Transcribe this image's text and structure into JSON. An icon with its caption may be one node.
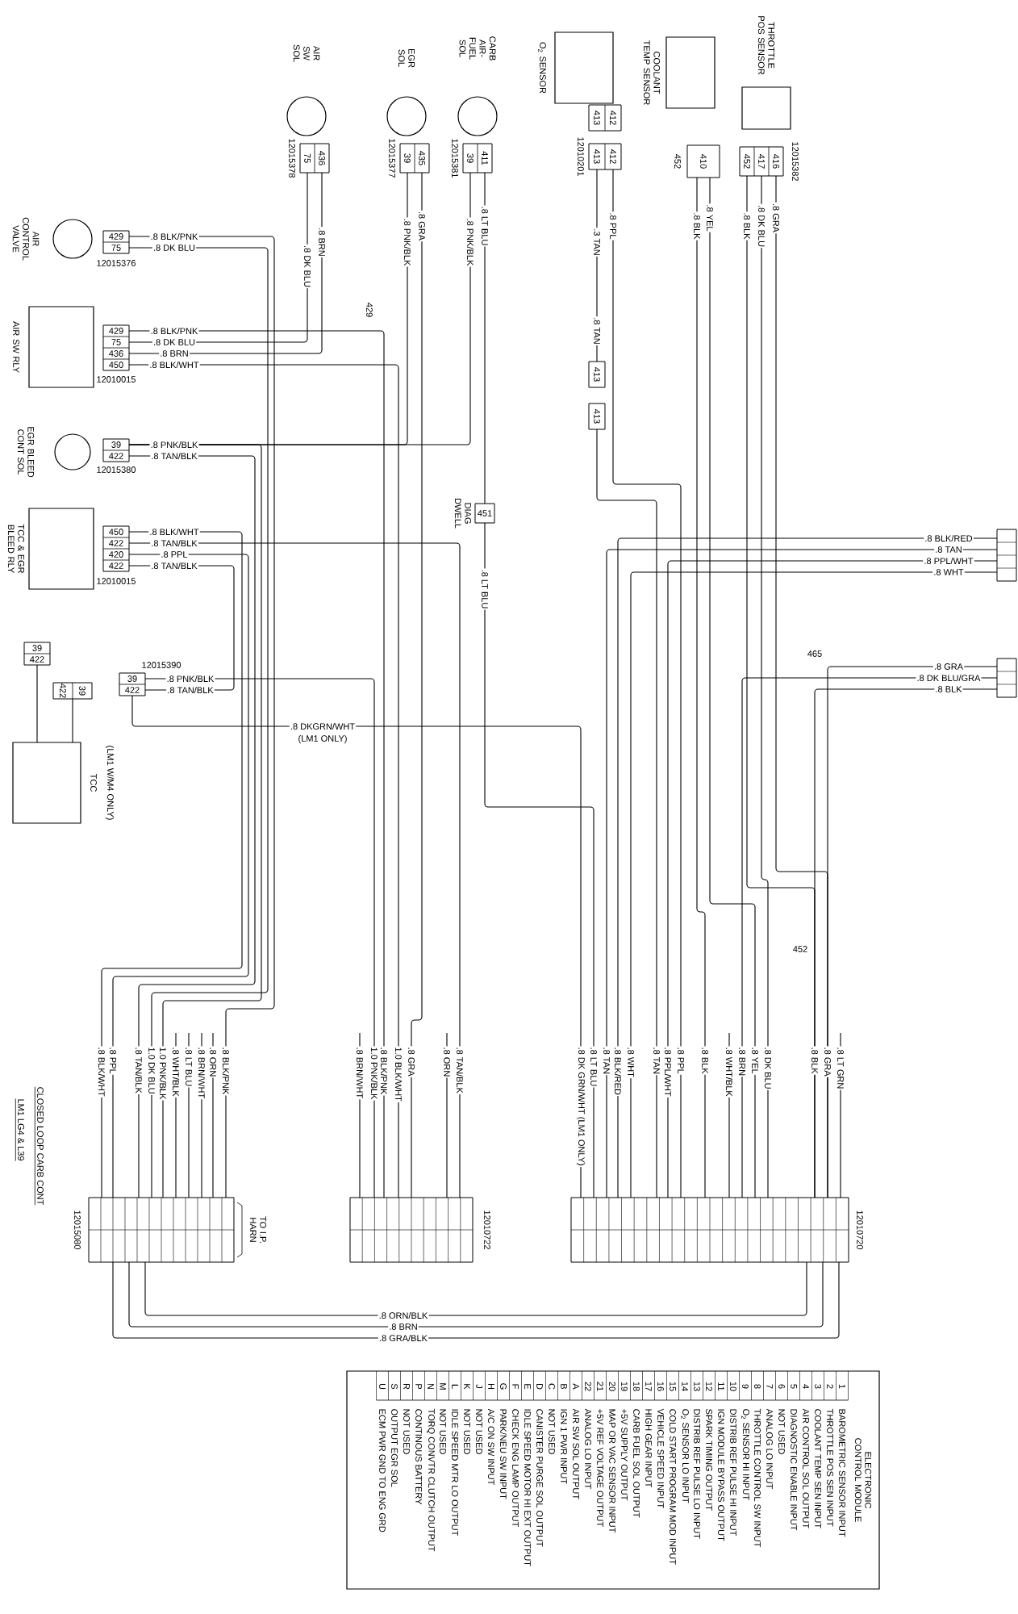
{
  "diagram": {
    "title": "CLOSED LOOP CARB CONT",
    "nodes": [
      {
        "text": [
          "AIR SW SOL"
        ]
      },
      {
        "text": [
          "75",
          "436"
        ],
        "beside": [
          "12015378"
        ]
      },
      {
        "text": [
          "EGR SOL"
        ]
      },
      {
        "text": [
          "39",
          "435"
        ],
        "beside": [
          "12015377"
        ]
      },
      {
        "text": [
          "CARB AIR-FUEL SOL"
        ]
      },
      {
        "text": [
          "39",
          "411"
        ],
        "beside": [
          "12015381"
        ]
      },
      {
        "text": [
          "O$_{2}$ SENSOR"
        ]
      },
      {
        "text": [
          "413",
          "412"
        ]
      },
      {
        "text": [
          "413",
          "412"
        ],
        "beside": [
          "12010201"
        ]
      },
      {
        "text": [
          "413"
        ]
      },
      {
        "text": [
          "413"
        ]
      },
      {
        "text": [
          "COOLANT TEMP SENSOR"
        ]
      },
      {
        "text": [
          "410"
        ],
        "beside": [
          "452"
        ]
      },
      {
        "text": [
          "THROTTLE POS SENSOR"
        ]
      },
      {
        "text": [
          "452",
          "417",
          "416"
        ],
        "beside": [
          "12015382"
        ]
      },
      {
        "text": [
          "AIR CONTROL VALVE"
        ]
      },
      {
        "text": [
          "429",
          "75"
        ],
        "beside": [
          "12015376"
        ]
      },
      {
        "text": [
          "AIR SW RLY"
        ]
      },
      {
        "text": [
          "429",
          "75",
          "436",
          "450"
        ],
        "beside": [
          "12010015"
        ]
      },
      {
        "text": [
          "EGR BLEED CONT SOL"
        ]
      },
      {
        "text": [
          "39",
          "422"
        ],
        "beside": [
          "12015380"
        ]
      },
      {
        "text": [
          "TCC & EGR BLEED RLY"
        ]
      },
      {
        "text": [
          "450",
          "422",
          "420",
          "422"
        ],
        "beside": [
          "12010015"
        ]
      },
      {
        "text": [
          "39",
          "422"
        ]
      },
      {
        "text": [
          "422",
          "39"
        ]
      },
      {
        "text": [
          "39",
          "422"
        ],
        "beside": [
          "12015390"
        ]
      },
      {
        "text": [
          "TCC"
        ],
        "beside": [
          "(LM1 W/M4 ONLY)"
        ]
      },
      {
        "text": [
          "451"
        ],
        "beside": [
          "DIAG DWELL"
        ]
      },
      {
        "text": [],
        "shape": "box"
      },
      {
        "text": [],
        "shape": "box"
      },
      {
        "text": [],
        "shape": "box",
        "beside": [
          "12015080"
        ]
      },
      {
        "text": [],
        "shape": "box",
        "beside": [
          "12010722"
        ]
      },
      {
        "text": [],
        "shape": "box",
        "beside": [
          "12010720"
        ]
      },
      {
        "text": [
          "ELECTRONIC CONTROL MODULE"
        ]
      }
    ],
    "edges": [
      {
        "from": 18,
        "to": 1,
        "arrow": "none",
        "label": ".8 DK BLU"
      },
      {
        "from": 18,
        "to": 1,
        "arrow": "none",
        "label": ".8 BRN"
      },
      {
        "from": 16,
        "to": 30,
        "arrow": "none",
        "label": ".8 BLK/PNK"
      },
      {
        "from": 16,
        "to": 30,
        "arrow": "none",
        "label": ".8 DK BLU"
      },
      {
        "from": 18,
        "to": 31,
        "arrow": "none",
        "label": ".8 BLK/PNK"
      },
      {
        "from": 18,
        "to": 31,
        "arrow": "none",
        "label": ".8 BLK/WHT"
      },
      {
        "from": 3,
        "to": 31,
        "arrow": "none",
        "label": ".8 GRA"
      },
      {
        "from": 3,
        "to": 20,
        "arrow": "none",
        "label": ".8 PNK/BLK"
      },
      {
        "from": 5,
        "to": 27,
        "arrow": "none",
        "label": ".8 LT BLU"
      },
      {
        "from": 5,
        "to": 20,
        "arrow": "none",
        "label": ".8 PNK/BLK"
      },
      {
        "from": 20,
        "to": 30,
        "arrow": "none",
        "label": ".8 PNK/BLK"
      },
      {
        "from": 20,
        "to": 30,
        "arrow": "none",
        "label": ".8 TAN/BLK"
      },
      {
        "from": 22,
        "to": 30,
        "arrow": "none",
        "label": ".8 BLK/WHT"
      },
      {
        "from": 22,
        "to": 31,
        "arrow": "none",
        "label": ".8 TAN/BLK"
      },
      {
        "from": 22,
        "to": 30,
        "arrow": "none",
        "label": ".8 PPL"
      },
      {
        "from": 22,
        "to": 25,
        "arrow": "none",
        "label": ".8 TAN/BLK"
      },
      {
        "from": 25,
        "to": 31,
        "arrow": "none",
        "label": ".8 PNK/BLK"
      },
      {
        "from": 25,
        "to": 32,
        "arrow": "none",
        "label": ".8 DKGRN/WHT"
      },
      {
        "from": 27,
        "to": 32,
        "arrow": "none",
        "label": ".8 LT BLU"
      },
      {
        "from": 8,
        "to": 32,
        "arrow": "none",
        "label": ".8 PPL"
      },
      {
        "from": 8,
        "to": 9,
        "arrow": "none",
        "label": ".3 TAN"
      },
      {
        "from": 10,
        "to": 32,
        "arrow": "none"
      },
      {
        "from": 12,
        "to": 32,
        "arrow": "none",
        "label": ".8 YEL"
      },
      {
        "from": 12,
        "to": 32,
        "arrow": "none",
        "label": ".8 BLK"
      },
      {
        "from": 14,
        "to": 32,
        "arrow": "none",
        "label": ".8 GRA"
      },
      {
        "from": 14,
        "to": 32,
        "arrow": "none",
        "label": ".8 DK BLU"
      },
      {
        "from": 14,
        "to": 32,
        "arrow": "none",
        "label": ".8 BLK"
      },
      {
        "from": 28,
        "to": 32,
        "arrow": "none",
        "label": ".8 BLK/RED"
      },
      {
        "from": 28,
        "to": 32,
        "arrow": "none",
        "label": ".8 TAN"
      },
      {
        "from": 28,
        "to": 32,
        "arrow": "none",
        "label": ".8 PPL/WHT"
      },
      {
        "from": 28,
        "to": 32,
        "arrow": "none",
        "label": ".8 WHT"
      },
      {
        "from": 29,
        "to": 32,
        "arrow": "none",
        "label": ".8 GRA"
      },
      {
        "from": 29,
        "to": 32,
        "arrow": "none",
        "label": ".8 DK BLU/GRA"
      },
      {
        "from": 29,
        "to": 32,
        "arrow": "none",
        "label": ".8 BLK"
      },
      {
        "from": 30,
        "to": 32,
        "arrow": "none",
        "label": ".8 ORN/BLK"
      },
      {
        "from": 30,
        "to": 32,
        "arrow": "none",
        "label": ".8 BRN"
      },
      {
        "from": 30,
        "to": 32,
        "arrow": "none",
        "label": ".8 GRA/BLK"
      },
      {
        "from": 23,
        "to": 26,
        "arrow": "none"
      },
      {
        "from": 24,
        "to": 26,
        "arrow": "none"
      },
      {
        "from": null,
        "to": 30,
        "arrow": "none",
        "label": ".8 WHT/BLK"
      },
      {
        "from": null,
        "to": 30,
        "arrow": "none",
        "label": ".8 LT BLU"
      },
      {
        "from": null,
        "to": 30,
        "arrow": "none",
        "label": ".8 BRN/WHT"
      },
      {
        "from": null,
        "to": 30,
        "arrow": "none",
        "label": ".8 ORN"
      },
      {
        "from": null,
        "to": 31,
        "arrow": "none",
        "label": ".8 BRN/WHT"
      },
      {
        "from": null,
        "to": 31,
        "arrow": "none",
        "label": ".8 ORN"
      },
      {
        "from": null,
        "to": 32,
        "arrow": "none",
        "label": ".8 WHT/BLK"
      },
      {
        "from": null,
        "to": 32,
        "arrow": "none",
        "label": ".8 LT GRN"
      }
    ],
    "labels": [
      "LM1 LG4 & L39",
      ".8 DK BLU",
      ".8 BRN",
      "429",
      ".8 TAN",
      ".8 TAN/BLK",
      "(LM1 ONLY)",
      "TO I.P. HARN",
      "465",
      "452",
      ".8 BLK/WHT",
      ".8 PPL",
      ".8 TAN/BLK",
      "1.0 DK BLU",
      "1.0 PNK/BLK",
      ".8 BLK/PNK",
      "1.0 PNK/BLK",
      ".8 BLK/PNK",
      "1.0 BLK/WHT",
      ".8 GRA",
      ".8 TAN/BLK",
      ".8 DK GRN/WHT (LM1 ONLY)",
      ".8 LT BLU",
      ".8 TAN",
      ".8 BLK/RED",
      ".8 WHT",
      ".8 TAN",
      ".8 PPL/WHT",
      ".8 PPL",
      ".8 BLK",
      ".8 BRN",
      ".8 YEL",
      ".8 DK BLU",
      ".8 BLK",
      ".8 GRA",
      "1",
      "BAROMETRIC SENSOR INPUT",
      "2",
      "THROTTLE POS SEN INPUT",
      "3",
      "COOLANT TEMP SEN INPUT",
      "4",
      "AIR CONTROL SOL OUTPUT",
      "5",
      "DIAGNOSTIC ENABLE INPUT",
      "6",
      "NOT USED",
      "7",
      "ANALOG LO INPUT",
      "8",
      "THROTTLE CONTROL SW INPUT",
      "9",
      "O$_{2}$ SENSOR HI INPUT",
      "10",
      "DISTRIB REF PULSE HI INPUT",
      "11",
      "IGN MODULE BYPASS OUTPUT",
      "12",
      "SPARK TIMING OUTPUT",
      "13",
      "DISTRIB REF PULSE LO INPUT",
      "14",
      "O$_{2}$ SENSOR LO INPUT",
      "15",
      "COLD START PROGRAM MOD INPUT",
      "16",
      "VEHICLE SPEED INPUT",
      "17",
      "HIGH GEAR INPUT",
      "18",
      "CARB FUEL SOL OUTPUT",
      "19",
      "+5V SUPPLY OUTPUT",
      "20",
      "MAP OR VAC SENSOR INPUT",
      "21",
      "+5V REF VOLTAGE OUTPUT",
      "22",
      "ANALOG LO INPUT",
      "A",
      "AIR SW SOL OUTPUT",
      "B",
      "IGN 1 PWR INPUT",
      "C",
      "NOT USED",
      "D",
      "CANISTER PURGE SOL OUTPUT",
      "E",
      "IDLE SPEED MOTOR HI EXT OUTPUT",
      "F",
      "CHECK ENG LAMP OUTPUT",
      "G",
      "PARK/NEU SW INPUT",
      "H",
      "A/C ON SW INPUT",
      "J",
      "NOT USED",
      "K",
      "NOT USED",
      "L",
      "IDLE SPEED MTR LO OUTPUT",
      "M",
      "NOT USED",
      "N",
      "TORQ CONVTR CLUTCH OUTPUT",
      "P",
      "CONTINOUS BATTERY",
      "R",
      "NOT USED",
      "S",
      "OUTPUT EGR SOL",
      "U",
      "ECM PWR GND TO ENG GRD"
    ]
  }
}
